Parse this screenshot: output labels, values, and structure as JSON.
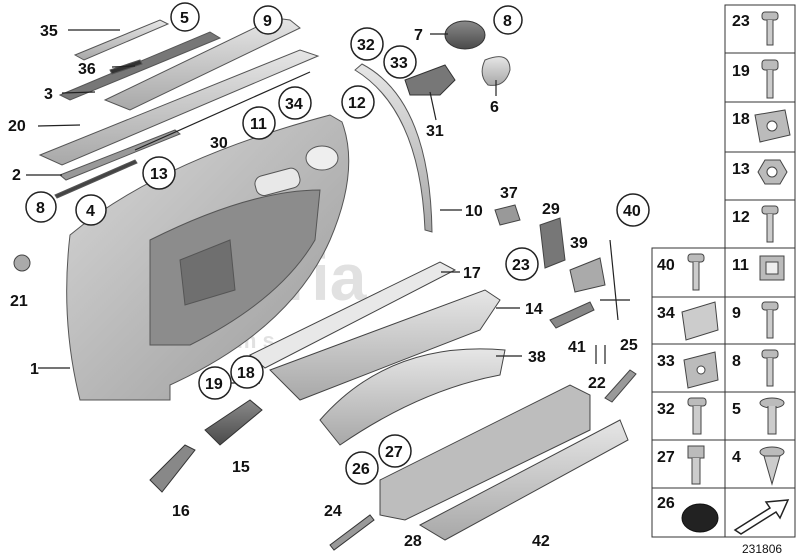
{
  "diagram": {
    "reference_number": "231806",
    "watermark": {
      "line1": "scuderia",
      "line2": "s y s t e m s"
    },
    "callouts": [
      {
        "id": "c35",
        "text": "35",
        "circled": false
      },
      {
        "id": "c5a",
        "text": "5",
        "circled": true
      },
      {
        "id": "c9a",
        "text": "9",
        "circled": true
      },
      {
        "id": "c36",
        "text": "36",
        "circled": false
      },
      {
        "id": "c3",
        "text": "3",
        "circled": false
      },
      {
        "id": "c20",
        "text": "20",
        "circled": false
      },
      {
        "id": "c30",
        "text": "30",
        "circled": false
      },
      {
        "id": "c11a",
        "text": "11",
        "circled": true
      },
      {
        "id": "c34a",
        "text": "34",
        "circled": true
      },
      {
        "id": "c13a",
        "text": "13",
        "circled": true
      },
      {
        "id": "c2",
        "text": "2",
        "circled": false
      },
      {
        "id": "c8a",
        "text": "8",
        "circled": true
      },
      {
        "id": "c4",
        "text": "4",
        "circled": true
      },
      {
        "id": "c32a",
        "text": "32",
        "circled": true
      },
      {
        "id": "c33a",
        "text": "33",
        "circled": true
      },
      {
        "id": "c7",
        "text": "7",
        "circled": false
      },
      {
        "id": "c8b",
        "text": "8",
        "circled": true
      },
      {
        "id": "c6",
        "text": "6",
        "circled": false
      },
      {
        "id": "c12a",
        "text": "12",
        "circled": true
      },
      {
        "id": "c31",
        "text": "31",
        "circled": false
      },
      {
        "id": "c10",
        "text": "10",
        "circled": false
      },
      {
        "id": "c37",
        "text": "37",
        "circled": false
      },
      {
        "id": "c29",
        "text": "29",
        "circled": false
      },
      {
        "id": "c40a",
        "text": "40",
        "circled": true
      },
      {
        "id": "c23a",
        "text": "23",
        "circled": true
      },
      {
        "id": "c39",
        "text": "39",
        "circled": false
      },
      {
        "id": "c17",
        "text": "17",
        "circled": false
      },
      {
        "id": "c14",
        "text": "14",
        "circled": false
      },
      {
        "id": "c21",
        "text": "21",
        "circled": false
      },
      {
        "id": "c1",
        "text": "1",
        "circled": false
      },
      {
        "id": "c41",
        "text": "41",
        "circled": false
      },
      {
        "id": "c25",
        "text": "25",
        "circled": false
      },
      {
        "id": "c22",
        "text": "22",
        "circled": false
      },
      {
        "id": "c38",
        "text": "38",
        "circled": false
      },
      {
        "id": "c19a",
        "text": "19",
        "circled": true
      },
      {
        "id": "c18a",
        "text": "18",
        "circled": true
      },
      {
        "id": "c15",
        "text": "15",
        "circled": false
      },
      {
        "id": "c27a",
        "text": "27",
        "circled": true
      },
      {
        "id": "c26a",
        "text": "26",
        "circled": true
      },
      {
        "id": "c16",
        "text": "16",
        "circled": false
      },
      {
        "id": "c24",
        "text": "24",
        "circled": false
      },
      {
        "id": "c28",
        "text": "28",
        "circled": false
      },
      {
        "id": "c42",
        "text": "42",
        "circled": false
      }
    ],
    "legend_cells": [
      {
        "id": "g23",
        "text": "23",
        "icon": "screw-icon"
      },
      {
        "id": "g19",
        "text": "19",
        "icon": "screw-icon"
      },
      {
        "id": "g18",
        "text": "18",
        "icon": "clip-nut-icon"
      },
      {
        "id": "g13",
        "text": "13",
        "icon": "hex-nut-icon"
      },
      {
        "id": "g12",
        "text": "12",
        "icon": "screw-icon"
      },
      {
        "id": "g40",
        "text": "40",
        "icon": "screw-icon"
      },
      {
        "id": "g11",
        "text": "11",
        "icon": "square-nut-icon"
      },
      {
        "id": "g34",
        "text": "34",
        "icon": "clip-icon"
      },
      {
        "id": "g9",
        "text": "9",
        "icon": "screw-icon"
      },
      {
        "id": "g33",
        "text": "33",
        "icon": "clip-nut-icon"
      },
      {
        "id": "g8",
        "text": "8",
        "icon": "screw-icon"
      },
      {
        "id": "g32",
        "text": "32",
        "icon": "screw-icon"
      },
      {
        "id": "g5",
        "text": "5",
        "icon": "screw-icon"
      },
      {
        "id": "g27",
        "text": "27",
        "icon": "bolt-icon"
      },
      {
        "id": "g4",
        "text": "4",
        "icon": "expansion-rivet-icon"
      },
      {
        "id": "g26",
        "text": "26",
        "icon": "cap-icon"
      },
      {
        "id": "g-arrow",
        "text": "",
        "icon": "arrow-icon"
      }
    ]
  }
}
